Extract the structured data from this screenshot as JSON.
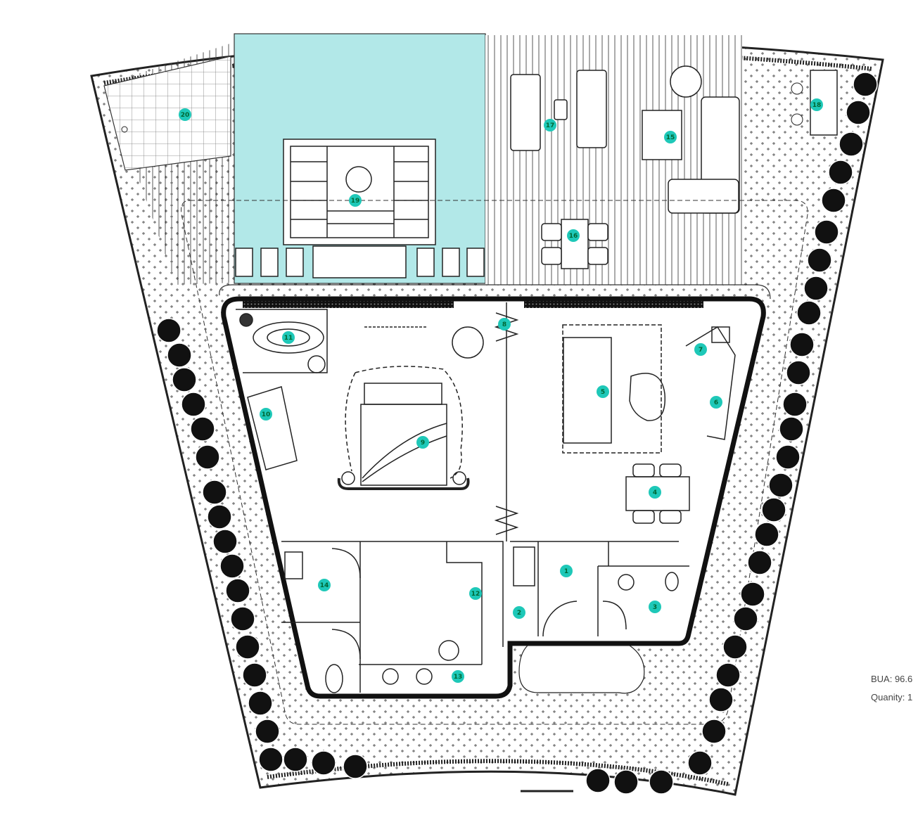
{
  "plan": {
    "accent_color": "#1ec8b8",
    "pool_color": "#b2e8e8",
    "markers": [
      "1",
      "2",
      "3",
      "4",
      "5",
      "6",
      "7",
      "8",
      "9",
      "10",
      "11",
      "12",
      "13",
      "14",
      "15",
      "16",
      "17",
      "18",
      "19",
      "20"
    ]
  },
  "info": {
    "bua": "BUA: 96.6",
    "quantity": "Quanity: 1"
  }
}
